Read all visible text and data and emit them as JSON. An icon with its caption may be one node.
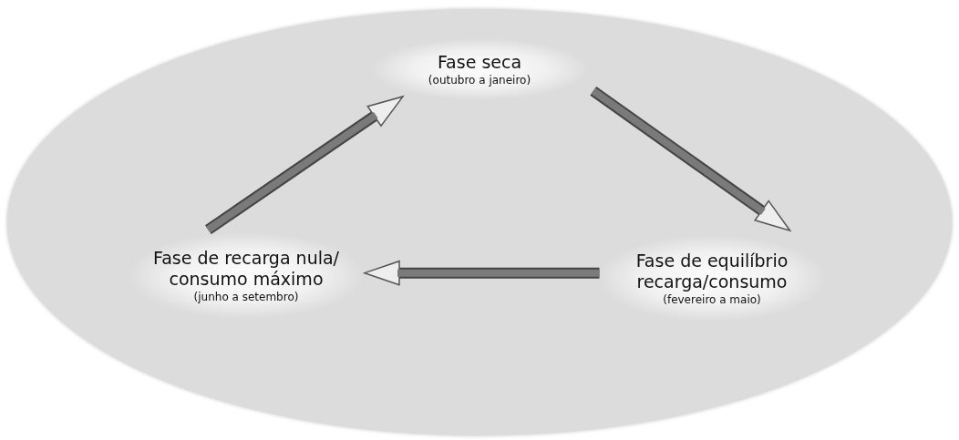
{
  "diagram": {
    "nodes": [
      {
        "text": [],
        "shape": "ellipse"
      },
      {
        "text": [
          "Fase seca",
          "(outubro a janeiro)"
        ],
        "in": 0
      },
      {
        "text": [
          "Fase de equilíbrio recarga/consumo",
          "(fevereiro a maio)"
        ],
        "in": 0
      },
      {
        "text": [
          "Fase de recarga nula/ consumo máximo",
          "(junho a setembro)"
        ],
        "in": 0
      }
    ],
    "edges": [
      {
        "from": 1,
        "to": 2,
        "arrow": "to"
      },
      {
        "from": 2,
        "to": 3,
        "arrow": "to"
      },
      {
        "from": 3,
        "to": 1,
        "arrow": "to"
      }
    ]
  }
}
